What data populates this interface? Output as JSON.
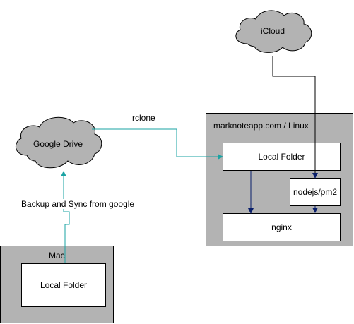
{
  "colors": {
    "cloud_fill": "#b3b3b3",
    "group_fill": "#b3b3b3",
    "box_fill": "#ffffff",
    "teal_edge": "#1aa3a3",
    "navy_edge": "#0a1f6b",
    "black_edge": "#000000"
  },
  "nodes": {
    "icloud": "iCloud",
    "google_drive": "Google Drive",
    "linux_group": "marknoteapp.com / Linux",
    "linux_local_folder": "Local Folder",
    "nodejs": "nodejs/pm2",
    "nginx": "nginx",
    "mac_group": "Mac",
    "mac_local_folder": "Local Folder"
  },
  "edges": {
    "rclone": "rclone",
    "backup_sync": "Backup and Sync from google"
  }
}
